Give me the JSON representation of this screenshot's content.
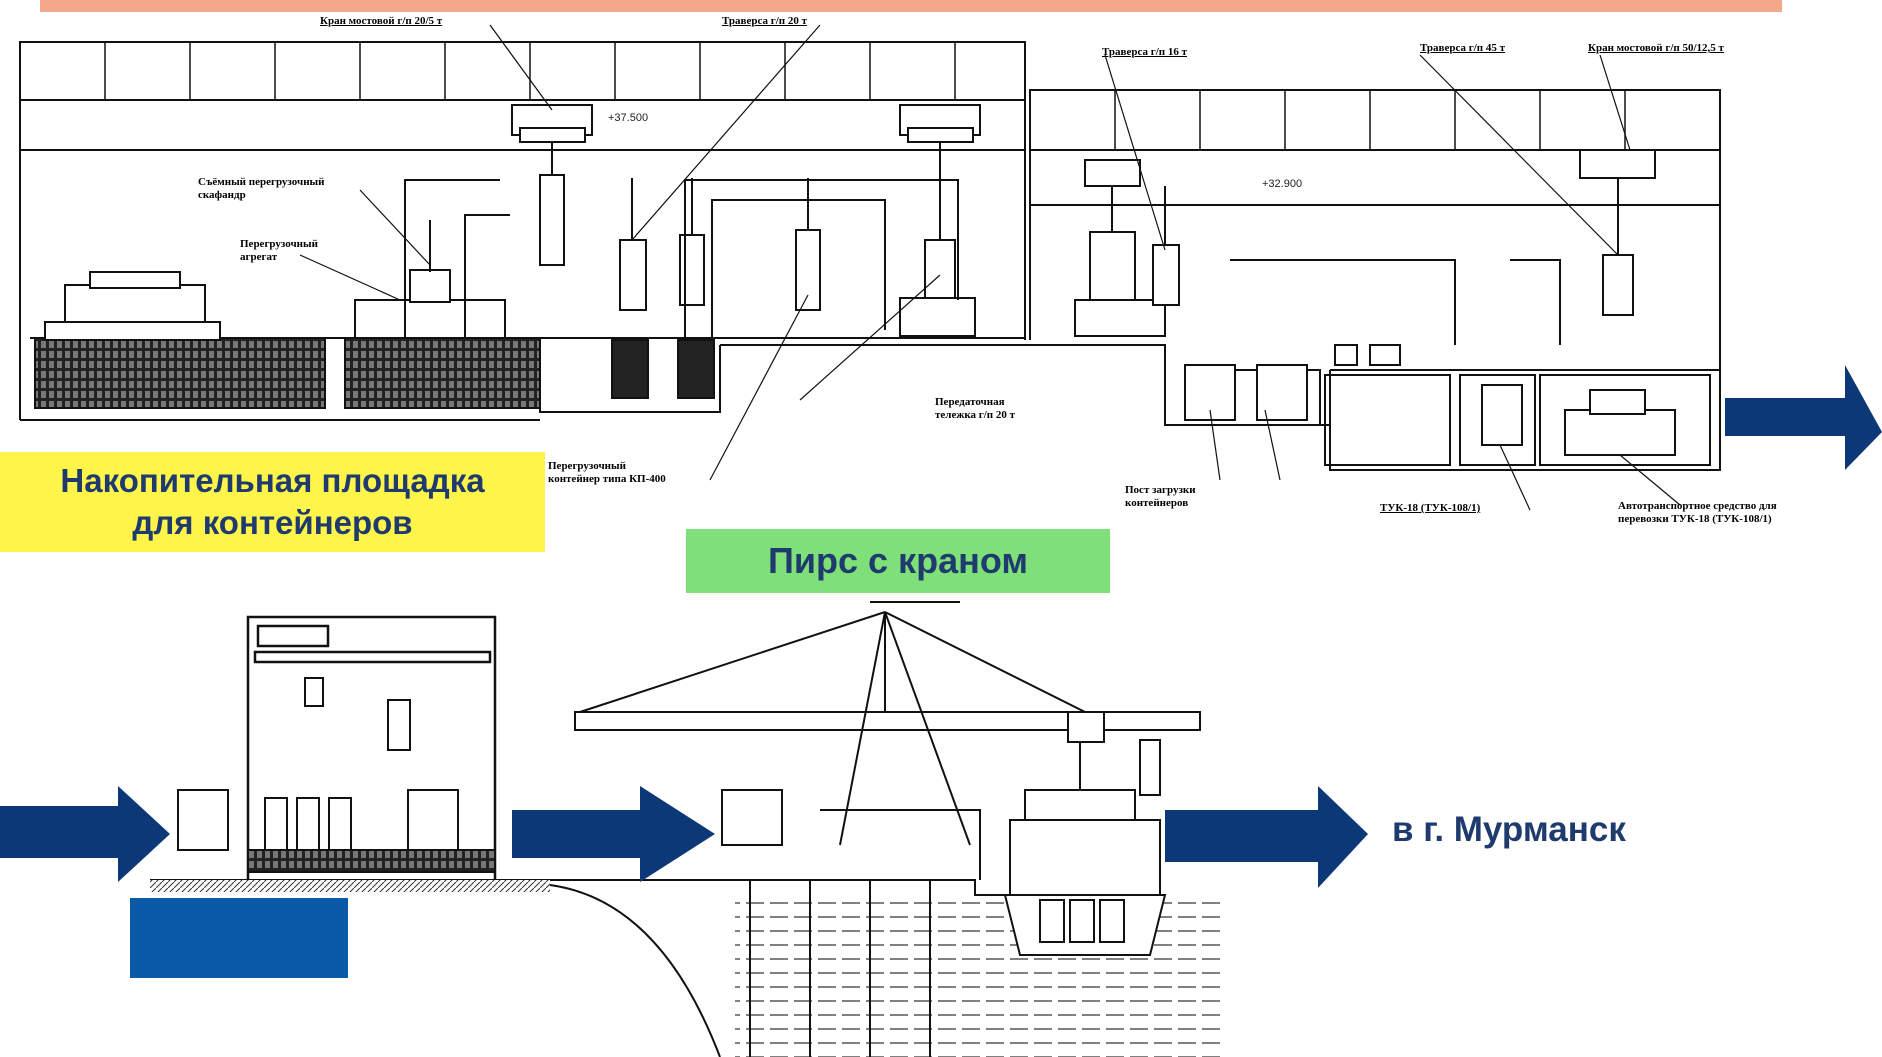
{
  "colors": {
    "top_band": "#f4a88a",
    "storage_callout": "#fff54a",
    "pier_callout": "#7fe07a",
    "arrow": "#0d3878",
    "label_text": "#1f3b6e",
    "blue_block": "#0a5aa8"
  },
  "top_labels": {
    "crane_bridge_left": "Кран мостовой г/п   20/5 т",
    "traverse_20": "Траверса г/п 20 т",
    "traverse_16": "Траверса г/п 16 т",
    "traverse_45": "Траверса г/п 45 т",
    "crane_bridge_right": "Кран мостовой г/п   50/12,5 т",
    "removable_shield_1": "Съёмный перегрузочный",
    "removable_shield_2": "скафандр",
    "reload_unit_1": "Перегрузочный",
    "reload_unit_2": "агрегат",
    "transfer_cart_1": "Передаточная",
    "transfer_cart_2": "тележка г/п 20 т",
    "reload_container_1": "Перегрузочный",
    "reload_container_2": "контейнер типа КП-400",
    "loading_post_1": "Пост загрузки",
    "loading_post_2": "контейнеров",
    "tuk_label": "ТУК-18 (ТУК-108/1)",
    "vehicle_1": "Автотранспортное средство для",
    "vehicle_2": "перевозки ТУК-18 (ТУК-108/1)",
    "elev_left": "+37.500",
    "elev_right": "+32.900"
  },
  "callouts": {
    "storage_line1": "Накопительная площадка",
    "storage_line2": "для контейнеров",
    "pier": "Пирс с краном",
    "destination": "в г. Мурманск"
  },
  "icons": [
    "right-arrow-icon"
  ]
}
